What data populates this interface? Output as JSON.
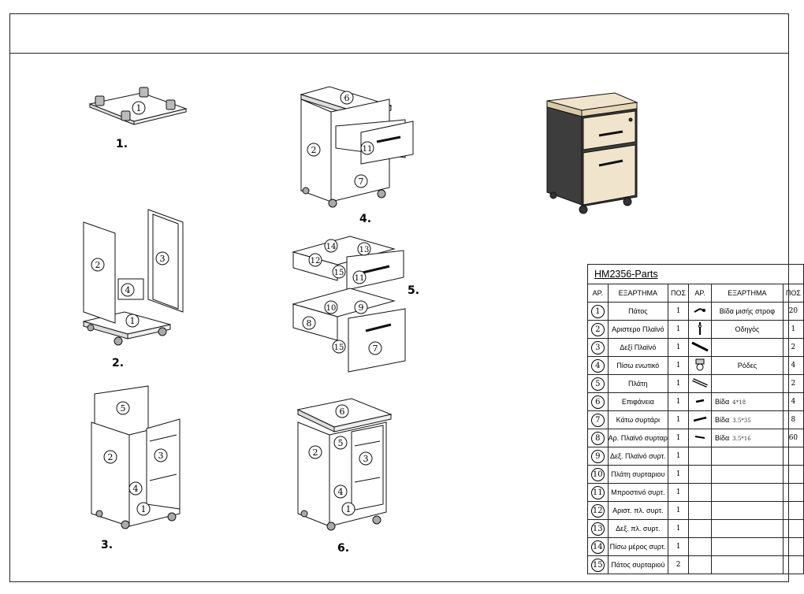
{
  "steps": {
    "s1": "1.",
    "s2": "2.",
    "s3": "3.",
    "s4": "4.",
    "s5": "5.",
    "s6": "6."
  },
  "table": {
    "title": "HM2356-Parts",
    "headers": [
      "ΑΡ.",
      "ΕΞΑΡΤΗΜΑ",
      "ΠΟΣ",
      "ΑΡ.",
      "ΕΞΑΡΤΗΜΑ",
      "ΠΟΣ"
    ],
    "rows": [
      {
        "num": "1",
        "name": "Πάτος",
        "qty": "1",
        "hw_icon": "half-screw-icon",
        "hw_name": "Βίδα μισής στροφ",
        "hw_size": "",
        "hw_qty": "20"
      },
      {
        "num": "2",
        "name": "Αριστερο Πλαϊνό",
        "qty": "1",
        "hw_icon": "guide-rail-icon",
        "hw_name": "Οδηγός",
        "hw_size": "",
        "hw_qty": "1"
      },
      {
        "num": "3",
        "name": "Δεξί Πλαϊνό",
        "qty": "1",
        "hw_icon": "slide-rail-icon",
        "hw_name": "",
        "hw_size": "",
        "hw_qty": "2"
      },
      {
        "num": "4",
        "name": "Πίσω ενωτικό",
        "qty": "1",
        "hw_icon": "caster-wheel-icon",
        "hw_name": "Ρόδες",
        "hw_size": "",
        "hw_qty": "4"
      },
      {
        "num": "5",
        "name": "Πλάτη",
        "qty": "1",
        "hw_icon": "handle-icon",
        "hw_name": "",
        "hw_size": "",
        "hw_qty": "2"
      },
      {
        "num": "6",
        "name": "Επιφάνεια",
        "qty": "1",
        "hw_icon": "screw-short-icon",
        "hw_name": "Βίδα",
        "hw_size": "4*18",
        "hw_qty": "4"
      },
      {
        "num": "7",
        "name": "Κάτω συρτάρι",
        "qty": "1",
        "hw_icon": "screw-long-icon",
        "hw_name": "Βίδα",
        "hw_size": "3.5*35",
        "hw_qty": "8"
      },
      {
        "num": "8",
        "name": "Αρ. Πλαϊνό συρταρ",
        "qty": "1",
        "hw_icon": "screw-small-icon",
        "hw_name": "Βίδα",
        "hw_size": "3.5*16",
        "hw_qty": "60"
      },
      {
        "num": "9",
        "name": "Δεξ. Πλαϊνό συρτ.",
        "qty": "1",
        "hw_icon": "",
        "hw_name": "",
        "hw_size": "",
        "hw_qty": ""
      },
      {
        "num": "10",
        "name": "Πλάτη συρταριου",
        "qty": "1",
        "hw_icon": "",
        "hw_name": "",
        "hw_size": "",
        "hw_qty": ""
      },
      {
        "num": "11",
        "name": "Μπροστινό συρτ.",
        "qty": "1",
        "hw_icon": "",
        "hw_name": "",
        "hw_size": "",
        "hw_qty": ""
      },
      {
        "num": "12",
        "name": "Αριστ. πλ. συρτ.",
        "qty": "1",
        "hw_icon": "",
        "hw_name": "",
        "hw_size": "",
        "hw_qty": ""
      },
      {
        "num": "13",
        "name": "Δεξ. πλ. συρτ.",
        "qty": "1",
        "hw_icon": "",
        "hw_name": "",
        "hw_size": "",
        "hw_qty": ""
      },
      {
        "num": "14",
        "name": "Πίσω μέρος συρτ.",
        "qty": "1",
        "hw_icon": "",
        "hw_name": "",
        "hw_size": "",
        "hw_qty": ""
      },
      {
        "num": "15",
        "name": "Πάτος συρταριού",
        "qty": "2",
        "hw_icon": "",
        "hw_name": "",
        "hw_size": "",
        "hw_qty": ""
      }
    ]
  },
  "labels": {
    "p1": "1",
    "p2": "2",
    "p3": "3",
    "p4": "4",
    "p5": "5",
    "p6": "6",
    "p7": "7",
    "p8": "8",
    "p9": "9",
    "p10": "10",
    "p11": "11",
    "p12": "12",
    "p13": "13",
    "p14": "14",
    "p15": "15"
  },
  "colors": {
    "wood": "#f0e4cc",
    "carcass": "#3d3d3d",
    "line": "#111111"
  }
}
